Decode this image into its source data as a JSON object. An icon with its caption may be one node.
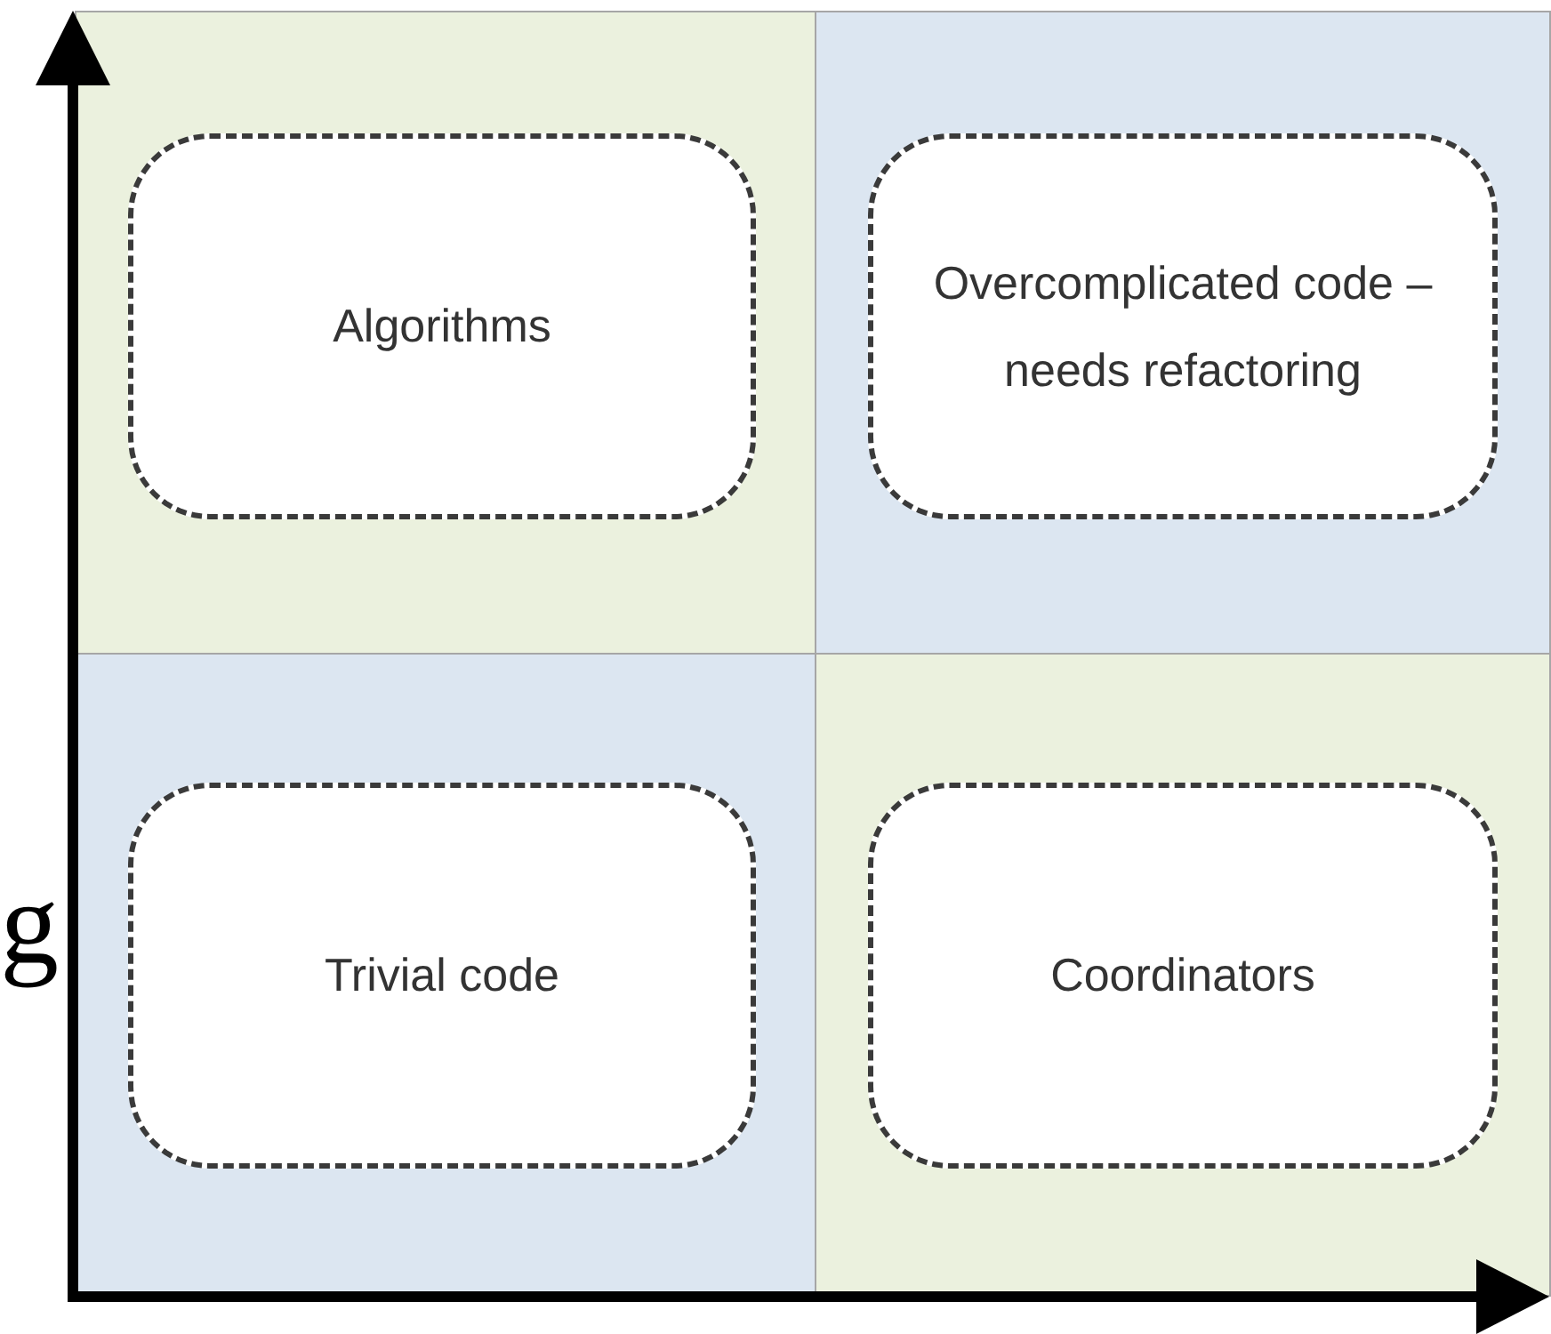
{
  "diagram": {
    "nodes": [
      {
        "text": [],
        "shape": "box"
      },
      {
        "text": [],
        "shape": "box"
      },
      {
        "text": [],
        "shape": "box"
      },
      {
        "text": [],
        "shape": "box"
      },
      {
        "text": [
          "Algorithms"
        ],
        "in": 0
      },
      {
        "text": [
          "Overcomplicated code – needs refactoring"
        ],
        "in": 1
      },
      {
        "text": [
          "Trivial code"
        ],
        "in": 2
      },
      {
        "text": [
          "Coordinators"
        ],
        "in": 3
      }
    ],
    "labels": [
      "g"
    ]
  }
}
